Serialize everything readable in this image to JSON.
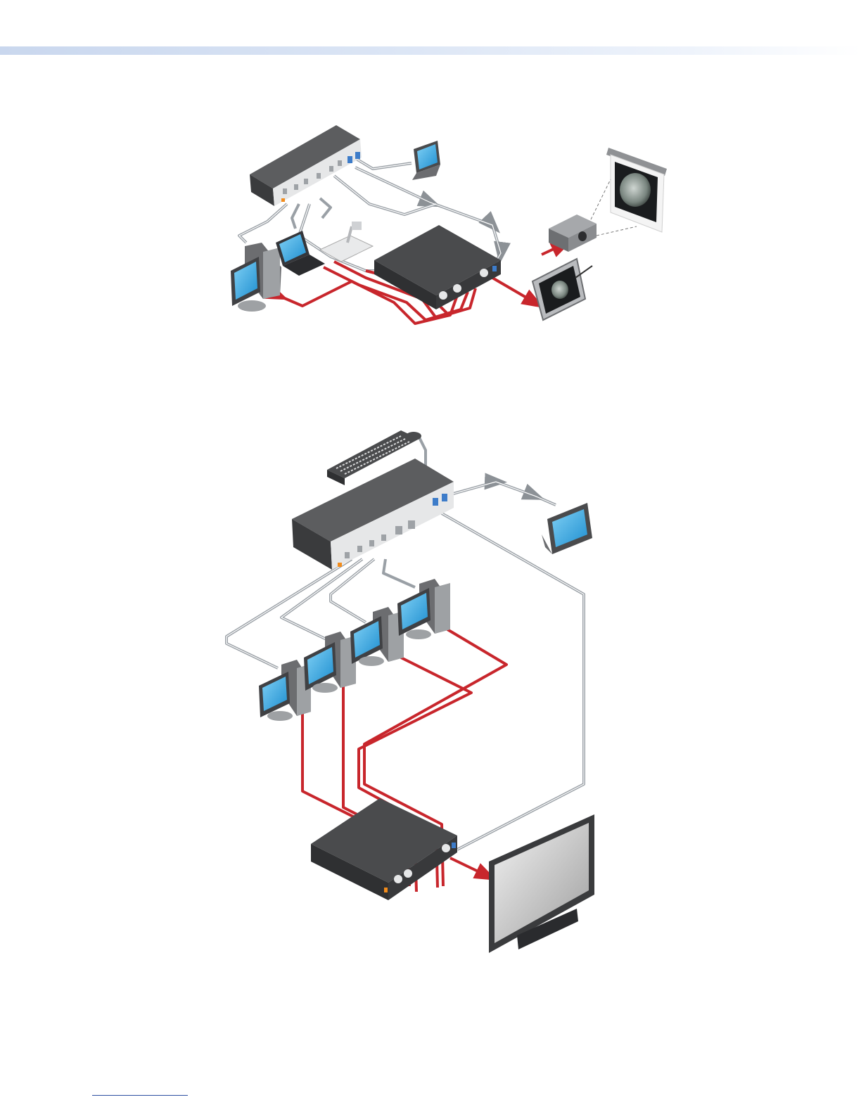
{
  "page": {
    "background": "#ffffff",
    "header_band_color": "#c9d7ee",
    "footer_rule_color": "#2b4ea0"
  },
  "diagram_top": {
    "devices": [
      "kvm-switch",
      "touch-panel",
      "projection-screen",
      "projector",
      "computer-with-monitor",
      "laptop",
      "document-camera",
      "video-switcher",
      "tablet-display"
    ],
    "cable_colors": {
      "control": "#9aa0a6",
      "video": "#c8262c"
    },
    "screen_image": "moon"
  },
  "diagram_bottom": {
    "devices": [
      "keyboard",
      "mouse",
      "kvm-switch",
      "touch-panel",
      "computer-1",
      "computer-2",
      "computer-3",
      "computer-4",
      "video-switcher",
      "flat-panel-display"
    ],
    "cable_colors": {
      "control": "#9aa0a6",
      "video": "#c8262c"
    }
  }
}
